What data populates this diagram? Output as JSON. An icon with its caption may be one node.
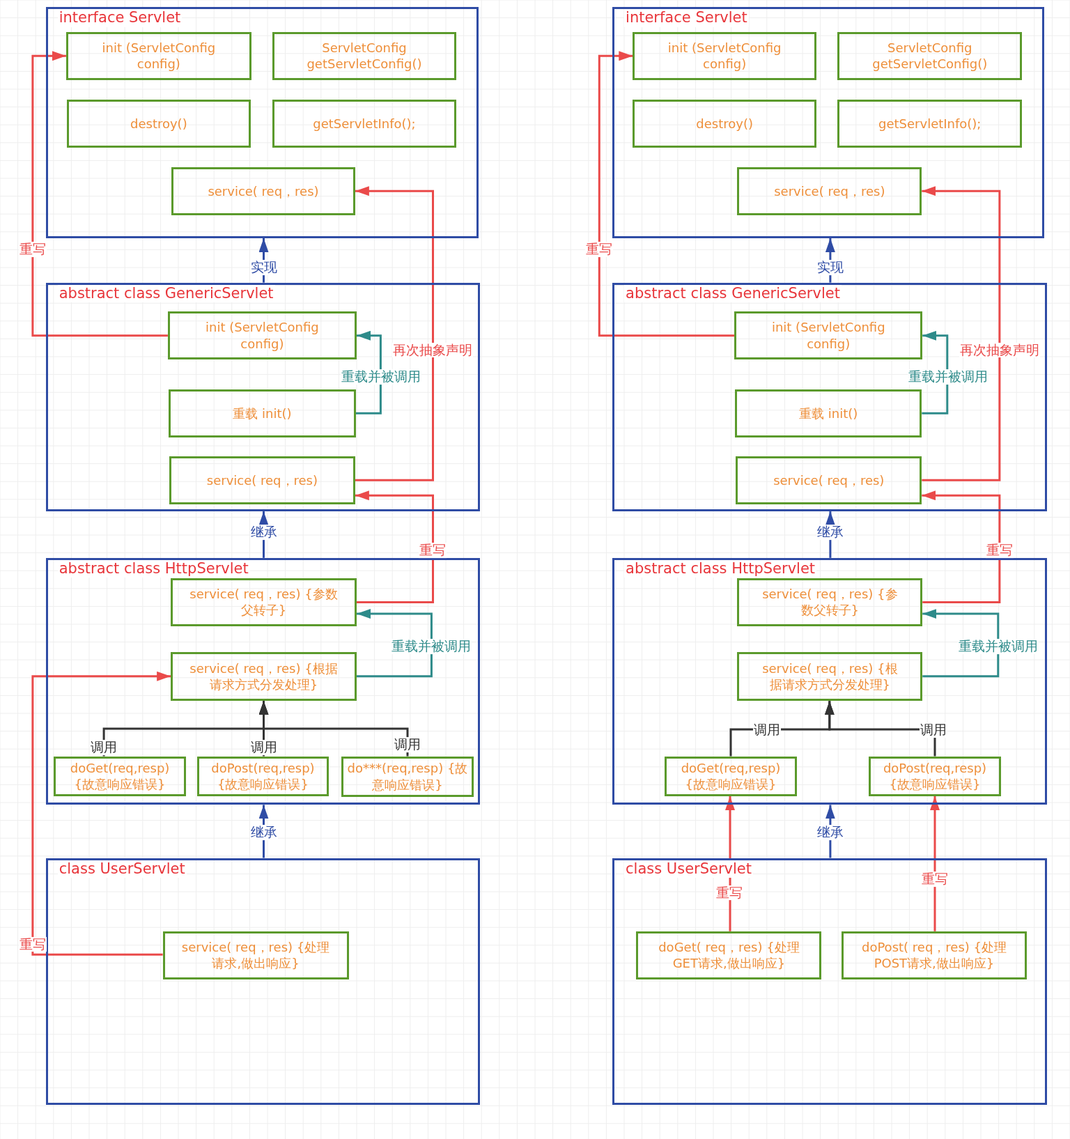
{
  "diagram": {
    "nodes": [
      {
        "text": [
          "interface Servlet"
        ]
      },
      {
        "text": [
          "init (ServletConfig config)"
        ],
        "in": 0
      },
      {
        "text": [
          "ServletConfig getServletConfig()"
        ],
        "in": 0
      },
      {
        "text": [
          "destroy()"
        ],
        "in": 0
      },
      {
        "text": [
          "getServletInfo();"
        ],
        "in": 0
      },
      {
        "text": [
          "service( req，res)"
        ],
        "in": 0
      },
      {
        "text": [
          "abstract class GenericServlet"
        ]
      },
      {
        "text": [
          "init (ServletConfig config)"
        ],
        "in": 6
      },
      {
        "text": [
          "重载 init()"
        ],
        "in": 6
      },
      {
        "text": [
          "service( req，res)"
        ],
        "in": 6
      },
      {
        "text": [
          "abstract class HttpServlet"
        ]
      },
      {
        "text": [
          "service( req，res) {参数父转子}"
        ],
        "in": 10
      },
      {
        "text": [
          "service( req，res) {根据请求方式分发处理}"
        ],
        "in": 10
      },
      {
        "text": [
          "doGet(req,resp) {故意响应错误}"
        ],
        "in": 10
      },
      {
        "text": [
          "doPost(req,resp) {故意响应错误}"
        ],
        "in": 10
      },
      {
        "text": [
          "do***(req,resp) {故意响应错误}"
        ],
        "in": 10
      },
      {
        "text": [
          "class UserServlet"
        ]
      },
      {
        "text": [
          "service( req，res) {处理请求,做出响应}"
        ],
        "in": 16
      },
      {
        "text": [
          "interface Servlet"
        ]
      },
      {
        "text": [
          "init (ServletConfig config)"
        ],
        "in": 18
      },
      {
        "text": [
          "ServletConfig getServletConfig()"
        ],
        "in": 18
      },
      {
        "text": [
          "destroy()"
        ],
        "in": 18
      },
      {
        "text": [
          "getServletInfo();"
        ],
        "in": 18
      },
      {
        "text": [
          "service( req，res)"
        ],
        "in": 18
      },
      {
        "text": [
          "abstract class GenericServlet"
        ]
      },
      {
        "text": [
          "init (ServletConfig config)"
        ],
        "in": 24
      },
      {
        "text": [
          "重载 init()"
        ],
        "in": 24
      },
      {
        "text": [
          "service( req，res)"
        ],
        "in": 24
      },
      {
        "text": [
          "abstract class HttpServlet"
        ]
      },
      {
        "text": [
          "service( req，res) {参数父转子}"
        ],
        "in": 28
      },
      {
        "text": [
          "service( req，res) {根据请求方式分发处理}"
        ],
        "in": 28
      },
      {
        "text": [
          "doGet(req,resp) {故意响应错误}"
        ],
        "in": 28
      },
      {
        "text": [
          "doPost(req,resp) {故意响应错误}"
        ],
        "in": 28
      },
      {
        "text": [
          "class UserServlet"
        ]
      },
      {
        "text": [
          "doGet( req，res) {处理GET请求,做出响应}"
        ],
        "in": 33
      },
      {
        "text": [
          "doPost( req，res) {处理POST请求,做出响应}"
        ],
        "in": 33
      }
    ],
    "edges": [
      {
        "from": 7,
        "to": 1,
        "arrow": "to",
        "label": "重写"
      },
      {
        "from": 9,
        "to": 5,
        "arrow": "to",
        "label": "再次抽象声明"
      },
      {
        "from": 8,
        "to": 7,
        "arrow": "to",
        "label": "重载并被调用",
        "color": "#2e8b8a"
      },
      {
        "from": 6,
        "to": 0,
        "arrow": "to",
        "label": "实现",
        "color": "#2f4ca5"
      },
      {
        "from": 10,
        "to": 6,
        "arrow": "to",
        "label": "继承",
        "color": "#2f4ca5"
      },
      {
        "from": 16,
        "to": 10,
        "arrow": "to",
        "label": "继承",
        "color": "#2f4ca5"
      },
      {
        "from": 11,
        "to": 9,
        "arrow": "to",
        "label": "重写"
      },
      {
        "from": 12,
        "to": 11,
        "arrow": "to",
        "label": "重载并被调用",
        "color": "#2e8b8a"
      },
      {
        "from": 13,
        "to": 12,
        "arrow": "to",
        "label": "调用",
        "color": "#333333"
      },
      {
        "from": 14,
        "to": 12,
        "arrow": "to",
        "label": "调用",
        "color": "#333333"
      },
      {
        "from": 15,
        "to": 12,
        "arrow": "to",
        "label": "调用",
        "color": "#333333"
      },
      {
        "from": 17,
        "to": 12,
        "arrow": "to",
        "label": "重写"
      },
      {
        "from": 25,
        "to": 19,
        "arrow": "to",
        "label": "重写"
      },
      {
        "from": 27,
        "to": 23,
        "arrow": "to",
        "label": "再次抽象声明"
      },
      {
        "from": 26,
        "to": 25,
        "arrow": "to",
        "label": "重载并被调用",
        "color": "#2e8b8a"
      },
      {
        "from": 24,
        "to": 18,
        "arrow": "to",
        "label": "实现",
        "color": "#2f4ca5"
      },
      {
        "from": 28,
        "to": 24,
        "arrow": "to",
        "label": "继承",
        "color": "#2f4ca5"
      },
      {
        "from": 33,
        "to": 28,
        "arrow": "to",
        "label": "继承",
        "color": "#2f4ca5"
      },
      {
        "from": 29,
        "to": 27,
        "arrow": "to",
        "label": "重写"
      },
      {
        "from": 30,
        "to": 29,
        "arrow": "to",
        "label": "重载并被调用",
        "color": "#2e8b8a"
      },
      {
        "from": 31,
        "to": 30,
        "arrow": "to",
        "label": "调用",
        "color": "#333333"
      },
      {
        "from": 32,
        "to": 30,
        "arrow": "to",
        "label": "调用",
        "color": "#333333"
      },
      {
        "from": 34,
        "to": 31,
        "arrow": "to",
        "label": "重写"
      },
      {
        "from": 35,
        "to": 32,
        "arrow": "to",
        "label": "重写"
      }
    ]
  }
}
